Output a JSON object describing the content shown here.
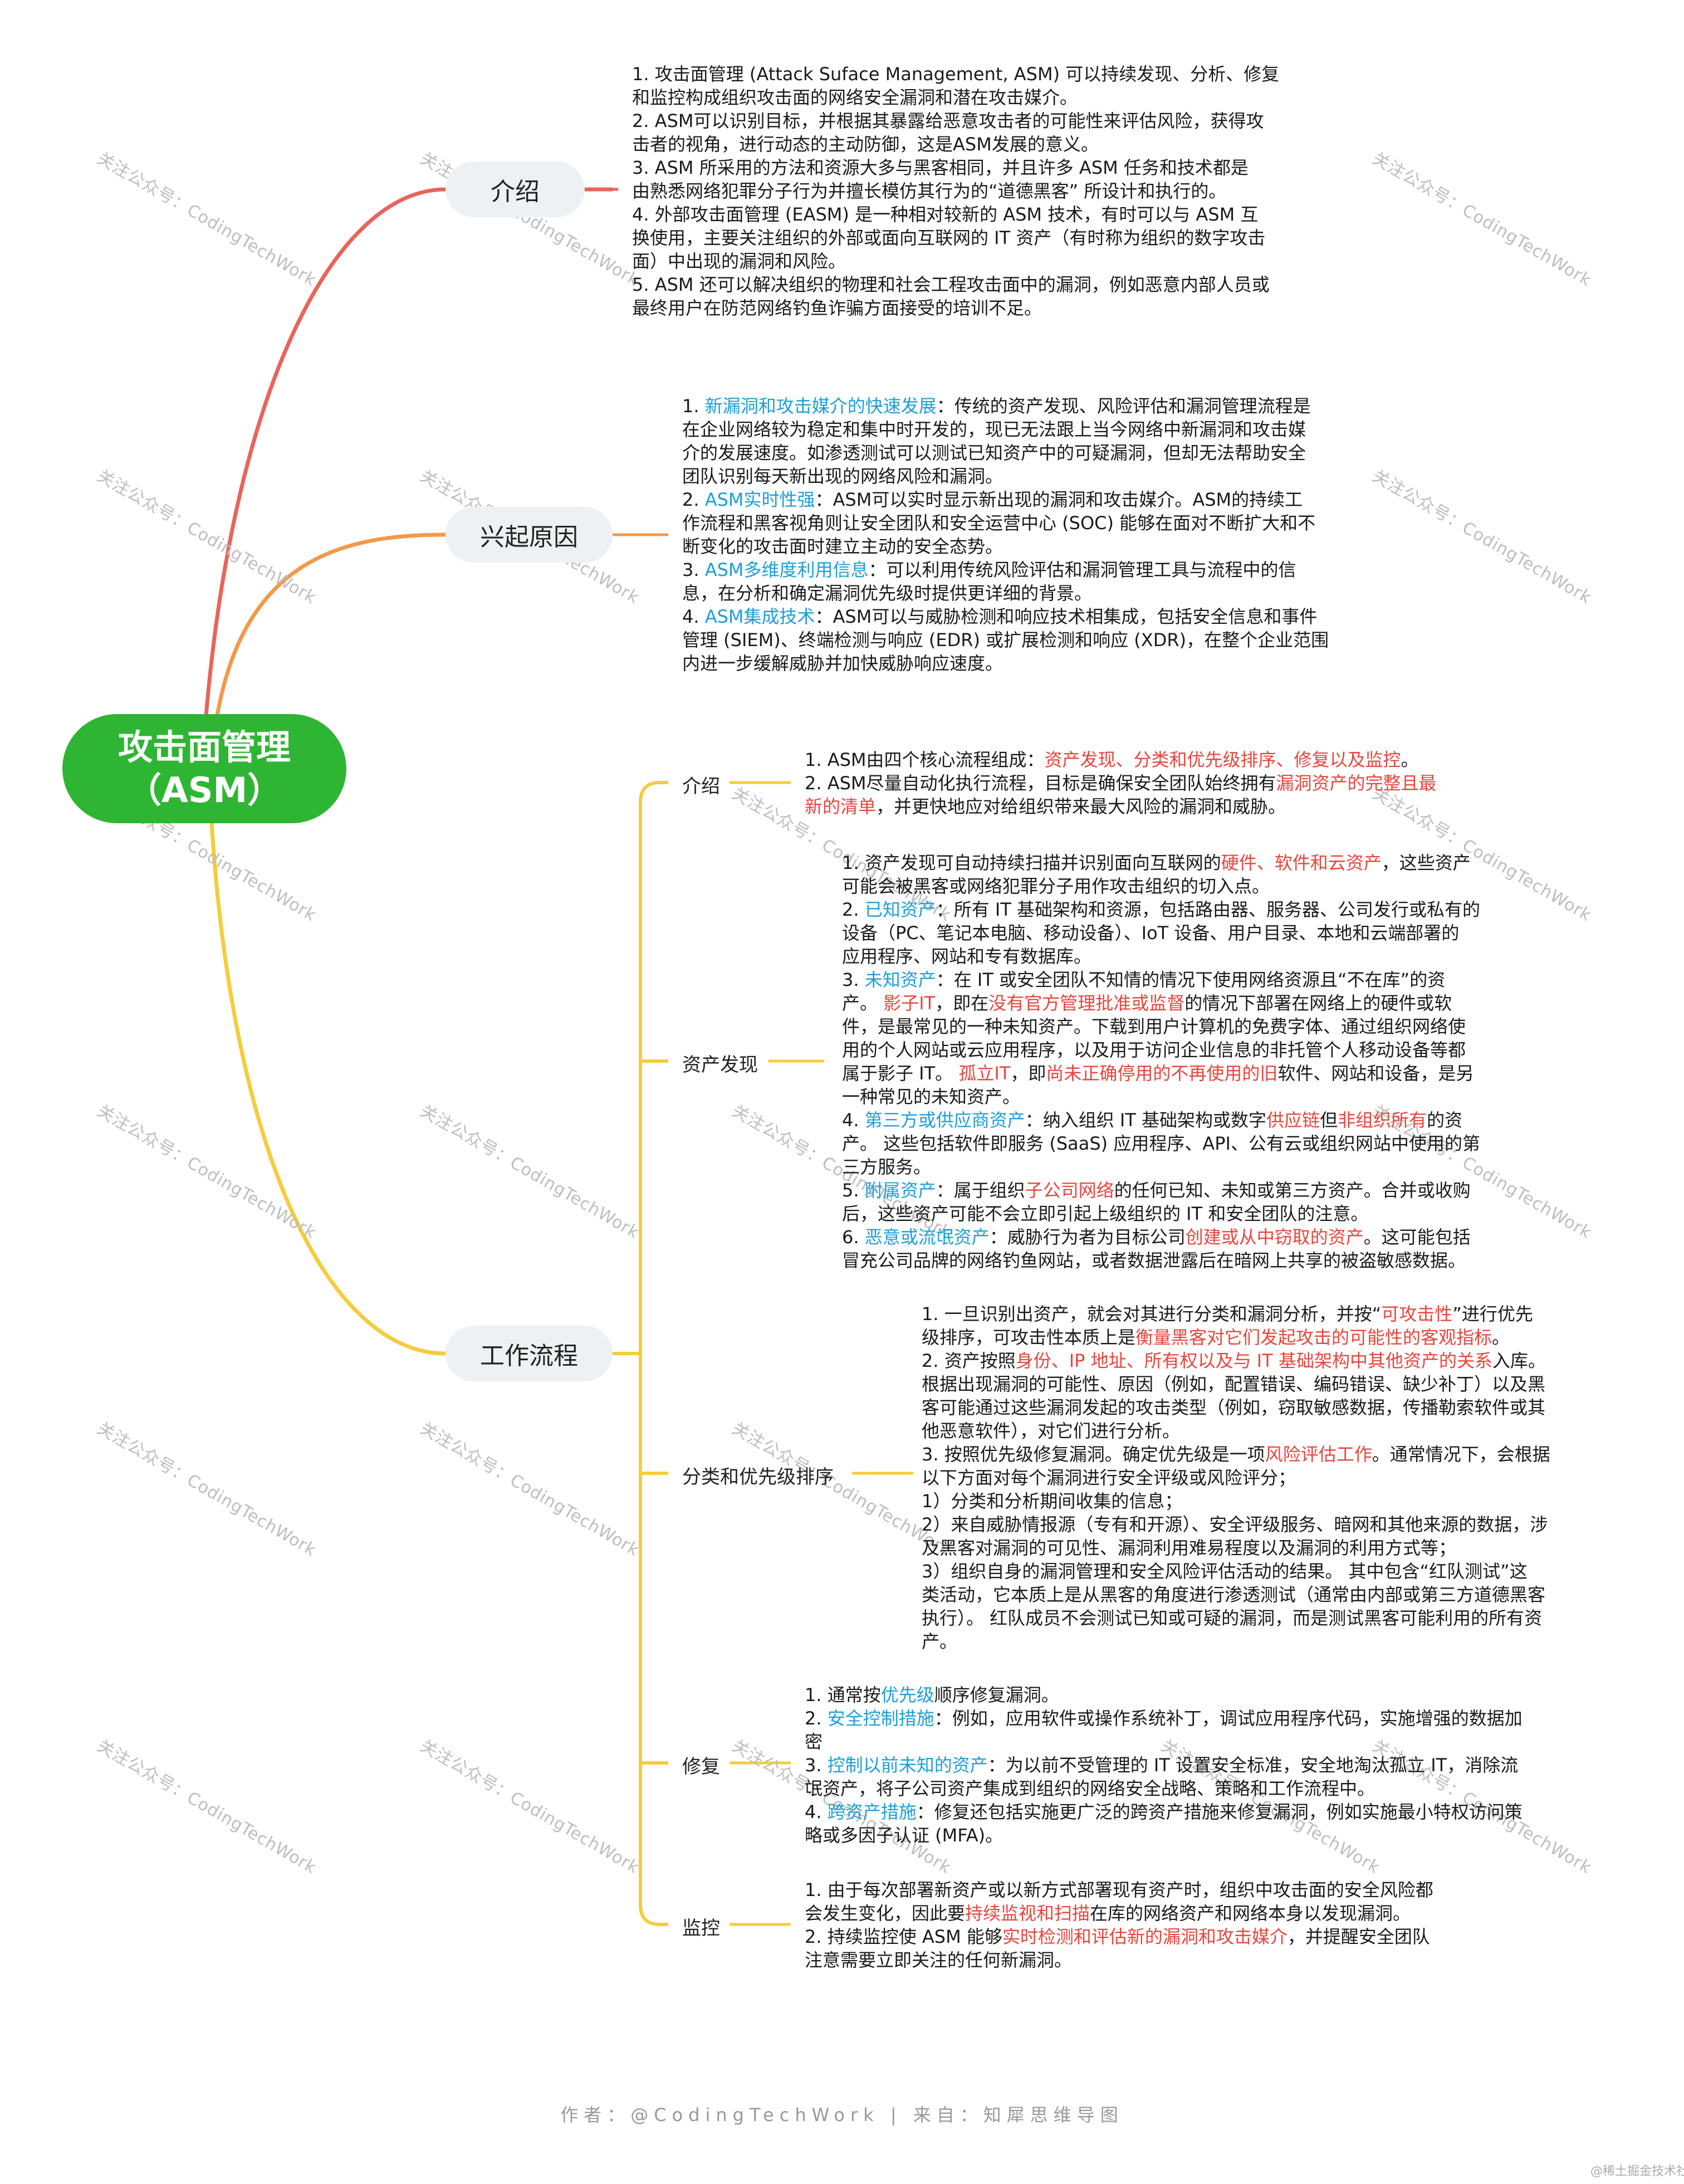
{
  "root": {
    "line1": "攻击面管理",
    "line2": "（ASM）"
  },
  "watermark": "关注公众号：CodingTechWork",
  "sections": {
    "intro": {
      "label": "介绍",
      "lines": [
        "1. 攻击面管理 (Attack Suface Management, ASM) 可以持续发现、分析、修复",
        "和监控构成组织攻击面的网络安全漏洞和潜在攻击媒介。",
        "2. ASM可以识别目标，并根据其暴露给恶意攻击者的可能性来评估风险，获得攻",
        "击者的视角，进行动态的主动防御，这是ASM发展的意义。",
        "3.  ASM 所采用的方法和资源大多与黑客相同，并且许多 ASM 任务和技术都是",
        "由熟悉网络犯罪分子行为并擅长模仿其行为的“道德黑客” 所设计和执行的。",
        "4. 外部攻击面管理 (EASM) 是一种相对较新的 ASM 技术，有时可以与 ASM 互",
        "换使用，主要关注组织的外部或面向互联网的 IT 资产（有时称为组织的数字攻击",
        "面）中出现的漏洞和风险。",
        "5. ASM 还可以解决组织的物理和社会工程攻击面中的漏洞，例如恶意内部人员或",
        "最终用户在防范网络钓鱼诈骗方面接受的培训不足。"
      ]
    },
    "rise": {
      "label": "兴起原因",
      "p1_pre": "1. ",
      "p1_key": "新漏洞和攻击媒介的快速发展",
      "p1_a": "：传统的资产发现、风险评估和漏洞管理流程是",
      "p1_b": "在企业网络较为稳定和集中时开发的，现已无法跟上当今网络中新漏洞和攻击媒",
      "p1_c": "介的发展速度。如渗透测试可以测试已知资产中的可疑漏洞，但却无法帮助安全",
      "p1_d": "团队识别每天新出现的网络风险和漏洞。",
      "p2_pre": "2. ",
      "p2_key": "ASM实时性强",
      "p2_a": "：ASM可以实时显示新出现的漏洞和攻击媒介。ASM的持续工",
      "p2_b": "作流程和黑客视角则让安全团队和安全运营中心 (SOC) 能够在面对不断扩大和不",
      "p2_c": "断变化的攻击面时建立主动的安全态势。",
      "p3_pre": "3. ",
      "p3_key": "ASM多维度利用信息",
      "p3_a": "：可以利用传统风险评估和漏洞管理工具与流程中的信",
      "p3_b": "息，在分析和确定漏洞优先级时提供更详细的背景。",
      "p4_pre": "4. ",
      "p4_key": "ASM集成技术",
      "p4_a": "：ASM可以与威胁检测和响应技术相集成，包括安全信息和事件",
      "p4_b": "管理 (SIEM)、终端检测与响应 (EDR) 或扩展检测和响应 (XDR)，在整个企业范围",
      "p4_c": "内进一步缓解威胁并加快威胁响应速度。"
    },
    "workflow": {
      "label": "工作流程",
      "intro": {
        "label": "介绍",
        "l1_a": "1. ASM由四个核心流程组成：",
        "l1_key": "资产发现、分类和优先级排序、修复以及监控",
        "l1_b": "。",
        "l2_a": "2. ASM尽量自动化执行流程，目标是确保安全团队始终拥有",
        "l2_key1": "漏洞资产的完整且最",
        "l2_key2": "新的清单",
        "l2_b": "，并更快地应对给组织带来最大风险的漏洞和威胁。"
      },
      "discovery": {
        "label": "资产发现",
        "a1": "1. 资产发现可自动持续扫描并识别面向互联网的",
        "a1_key": "硬件、软件和云资产",
        "a1_b": "，这些资产",
        "a2": "可能会被黑客或网络犯罪分子用作攻击组织的切入点。",
        "b_pre": "2. ",
        "b_key": "已知资产",
        "b1": "：所有 IT 基础架构和资源，包括路由器、服务器、公司发行或私有的",
        "b2": "设备（PC、笔记本电脑、移动设备）、IoT 设备、用户目录、本地和云端部署的",
        "b3": "应用程序、网站和专有数据库。",
        "c_pre": "3. ",
        "c_key": "未知资产",
        "c1": "：在 IT 或安全团队不知情的情况下使用网络资源且“不在库”的资",
        "c2_a": "产。 ",
        "c2_key1": "影子IT",
        "c2_b": "，即在",
        "c2_key2": "没有官方管理批准或监督",
        "c2_c": "的情况下部署在网络上的硬件或软",
        "c3": "件，是最常见的一种未知资产。下载到用户计算机的免费字体、通过组织网络使",
        "c4": "用的个人网站或云应用程序，以及用于访问企业信息的非托管个人移动设备等都",
        "c5_a": "属于影子 IT。 ",
        "c5_key1": "孤立IT",
        "c5_b": "，即",
        "c5_key2": "尚未正确停用的不再使用的旧",
        "c5_c": "软件、网站和设备，是另",
        "c6": "一种常见的未知资产。",
        "d_pre": "4. ",
        "d_key": "第三方或供应商资产",
        "d1_a": "：纳入组织 IT 基础架构或数字",
        "d1_key1": "供应链",
        "d1_b": "但",
        "d1_key2": "非组织所有",
        "d1_c": "的资",
        "d2": "产。 这些包括软件即服务 (SaaS) 应用程序、API、公有云或组织网站中使用的第",
        "d3": "三方服务。",
        "e_pre": "5. ",
        "e_key": "附属资产",
        "e1_a": "：属于组织",
        "e1_key": "子公司网络",
        "e1_b": "的任何已知、未知或第三方资产。合并或收购",
        "e2": "后，这些资产可能不会立即引起上级组织的 IT 和安全团队的注意。",
        "f_pre": "6. ",
        "f_key": "恶意或流氓资产",
        "f1_a": "：威胁行为者为目标公司",
        "f1_key": "创建或从中窃取的资产",
        "f1_b": "。这可能包括",
        "f2": "冒充公司品牌的网络钓鱼网站，或者数据泄露后在暗网上共享的被盗敏感数据。"
      },
      "classify": {
        "label": "分类和优先级排序",
        "a1_a": "1. 一旦识别出资产，就会对其进行分类和漏洞分析，并按“",
        "a1_key": "可攻击性",
        "a1_b": "”进行优先",
        "a2_a": "级排序，可攻击性本质上是",
        "a2_key": "衡量黑客对它们发起攻击的可能性的客观指标",
        "a2_b": "。",
        "b1_a": "2. 资产按照",
        "b1_key": "身份、IP 地址、所有权以及与 IT 基础架构中其他资产的关系",
        "b1_b": "入库。",
        "b2": "根据出现漏洞的可能性、原因（例如，配置错误、编码错误、缺少补丁）以及黑",
        "b3": "客可能通过这些漏洞发起的攻击类型（例如，窃取敏感数据，传播勒索软件或其",
        "b4": "他恶意软件），对它们进行分析。",
        "c1_a": "3. 按照优先级修复漏洞。确定优先级是一项",
        "c1_key": "风险评估工作",
        "c1_b": "。通常情况下，会根据",
        "c2": "以下方面对每个漏洞进行安全评级或风险评分；",
        "c3": "1）分类和分析期间收集的信息；",
        "c4": "2）来自威胁情报源（专有和开源）、安全评级服务、暗网和其他来源的数据，涉",
        "c5": "及黑客对漏洞的可见性、漏洞利用难易程度以及漏洞的利用方式等；",
        "c6": "3）组织自身的漏洞管理和安全风险评估活动的结果。 其中包含“红队测试”这",
        "c7": "类活动，它本质上是从黑客的角度进行渗透测试（通常由内部或第三方道德黑客",
        "c8": "执行）。 红队成员不会测试已知或可疑的漏洞，而是测试黑客可能利用的所有资",
        "c9": "产。"
      },
      "fix": {
        "label": "修复",
        "a_a": "1. 通常按",
        "a_key": "优先级",
        "a_b": "顺序修复漏洞。",
        "b_pre": "2. ",
        "b_key": "安全控制措施",
        "b1": "：例如，应用软件或操作系统补丁，调试应用程序代码，实施增强的数据加",
        "b2": "密",
        "c_pre": "3. ",
        "c_key": "控制以前未知的资产",
        "c1": "：为以前不受管理的 IT 设置安全标准，安全地淘汰孤立 IT，消除流",
        "c2": "氓资产，将子公司资产集成到组织的网络安全战略、策略和工作流程中。",
        "d_pre": "4. ",
        "d_key": "跨资产措施",
        "d1": "：修复还包括实施更广泛的跨资产措施来修复漏洞，例如实施最小特权访问策",
        "d2": "略或多因子认证 (MFA)。"
      },
      "monitor": {
        "label": "监控",
        "a1": "1. 由于每次部署新资产或以新方式部署现有资产时，组织中攻击面的安全风险都",
        "a2_a": "会发生变化，因此要",
        "a2_key": "持续监视和扫描",
        "a2_b": "在库的网络资产和网络本身以发现漏洞。",
        "b1_a": "2. 持续监控使 ASM 能够",
        "b1_key": "实时检测和评估新的漏洞和攻击媒介",
        "b1_b": "，并提醒安全团队",
        "b2": "注意需要立即关注的任何新漏洞。"
      }
    }
  },
  "footer": "作者：@CodingTechWork  |  来自：知犀思维导图",
  "corner": "@稀土掘金技术社区",
  "colors": {
    "root": "#2fb534",
    "branch_intro": "#e8645a",
    "branch_rise": "#f2994a",
    "branch_workflow": "#f5cc3b",
    "blue_key": "#1d9fd6",
    "red_key": "#e8453c"
  }
}
